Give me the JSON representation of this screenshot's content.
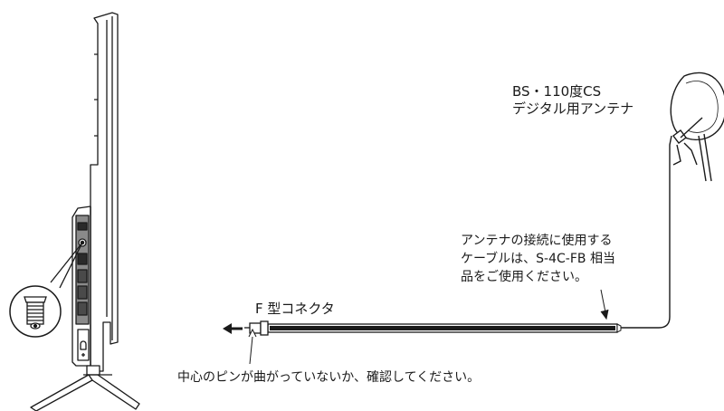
{
  "antenna": {
    "label_line1": "BS・110度CS",
    "label_line2": "デジタル用アンテナ"
  },
  "cable_note": {
    "line1": "アンテナの接続に使用する",
    "line2": "ケーブルは、S-4C-FB 相当",
    "line3": "品をご使用ください。"
  },
  "connector": {
    "label": "F 型コネクタ"
  },
  "pin_note": {
    "text": "中心のピンが曲がっていないか、確認してください。"
  },
  "colors": {
    "line": "#1a1a1a",
    "panel_gray": "#888888",
    "cable_gray": "#777777"
  }
}
